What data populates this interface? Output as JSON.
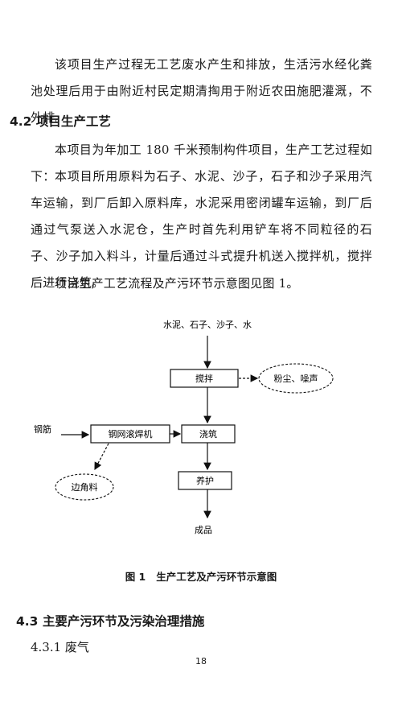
{
  "paragraphs": {
    "p1": "该项目生产过程无工艺废水产生和排放，生活污水经化粪池处理后用于由附近村民定期清掏用于附近农田施肥灌溉，不外排。",
    "p2": "本项目为年加工 180 千米预制构件项目，生产工艺过程如下：",
    "p3": "本项目所用原料为石子、水泥、沙子，石子和沙子采用汽车运输，到厂后卸入原料库，水泥采用密闭罐车运输，到厂后通过气泵送入水泥仓，生产时首先利用铲车将不同粒径的石子、沙子加入料斗，计量后通过斗式提升机送入搅拌机，搅拌后进行浇筑。",
    "p4": "项目生产工艺流程及产污环节示意图见图 1。"
  },
  "headings": {
    "h42": "4.2 项目生产工艺",
    "h43": "4.3 主要产污环节及污染治理措施",
    "h431": "4.3.1 废气"
  },
  "diagram": {
    "raw_materials": "水泥、石子、沙子、水",
    "mixing": "搅拌",
    "dust_noise": "粉尘、噪声",
    "steel": "钢筋",
    "welder": "钢网滚焊机",
    "pouring": "浇筑",
    "scrap": "边角料",
    "curing": "养护",
    "product": "成品"
  },
  "figure_caption": "图 1   生产工艺及产污环节示意图",
  "page_number": "18"
}
